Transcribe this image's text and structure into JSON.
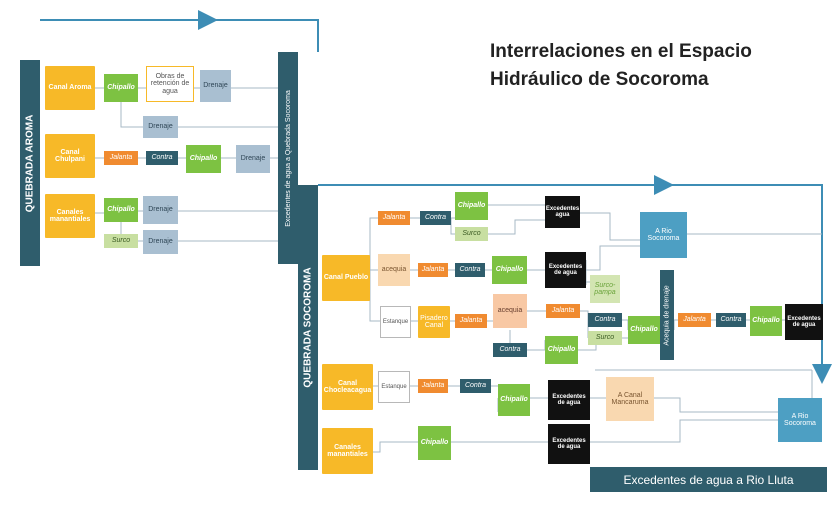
{
  "title": {
    "line1": "Interrelaciones en el Espacio",
    "line2": "Hidráulico de Socoroma"
  },
  "bars": {
    "quebrada_aroma": "QUEBRADA AROMA",
    "excedentes_quebrada": "Excedentes de agua a Quebrada Socoroma",
    "quebrada_socoroma": "QUEBRADA SOCOROMA",
    "acequia_drenaje": "Acequia de drenaje"
  },
  "footer": "Excedentes de agua a Rio Lluta",
  "aroma": {
    "canal_aroma": "Canal Aroma",
    "chipallo_1": "Chipallo",
    "obras": "Obras de retención de agua",
    "drenaje_1": "Drenaje",
    "drenaje_2": "Drenaje",
    "canal_chulpani": "Canal Chulpani",
    "jalanta_1": "Jalanta",
    "contra_1": "Contra",
    "chipallo_2": "Chipallo",
    "drenaje_3": "Drenaje",
    "canales_manantiales": "Canales manantiales",
    "chipallo_3": "Chipallo",
    "drenaje_4": "Drenaje",
    "surco_1": "Surco",
    "drenaje_5": "Drenaje"
  },
  "socoroma": {
    "canal_pueblo": "Canal Pueblo",
    "jalanta_a": "Jalanta",
    "contra_a": "Contra",
    "chipallo_a": "Chipallo",
    "surco_a": "Surco",
    "excedentes_a": "Excedentes agua",
    "rio_socoroma_1": "A Rio Socoroma",
    "acequia_1": "acequia",
    "jalanta_b": "Jalanta",
    "contra_b": "Contra",
    "chipallo_b": "Chipallo",
    "excedentes_b": "Excedentes de agua",
    "surco_pampa": "Surco-pampa",
    "estanque_1": "Estanque",
    "pisadero_canal": "Pisadero Canal",
    "jalanta_c": "Jalanta",
    "acequia_2": "acequia",
    "jalanta_d": "Jalanta",
    "contra_d": "Contra",
    "chipallo_d": "Chipallo",
    "surco_d": "Surco",
    "contra_e": "Contra",
    "chipallo_e": "Chipallo",
    "jalanta_f": "Jalanta",
    "contra_f": "Contra",
    "chipallo_f": "Chipallo",
    "excedentes_f": "Excedentes de agua",
    "canal_chocleacagua": "Canal Chocleacagua",
    "estanque_2": "Estanque",
    "jalanta_g": "Jalanta",
    "contra_g": "Contra",
    "chipallo_g": "Chipallo",
    "excedentes_g": "Excedentes de agua",
    "a_canal_mancaruma": "A Canal Mancaruma",
    "rio_socoroma_2": "A Rio Socoroma",
    "canales_manantiales_2": "Canales manantiales",
    "chipallo_h": "Chipallo",
    "excedentes_h": "Excedentes de agua"
  },
  "colors": {
    "bar": "#2f5d6c",
    "yellow": "#f7b928",
    "green": "#7dc242",
    "orange": "#f08b30",
    "teal_box": "#2f5d6c",
    "drenaje": "#a9bfd1",
    "black": "#111111",
    "river": "#4d9fc3",
    "arrow": "#3d8db5"
  }
}
